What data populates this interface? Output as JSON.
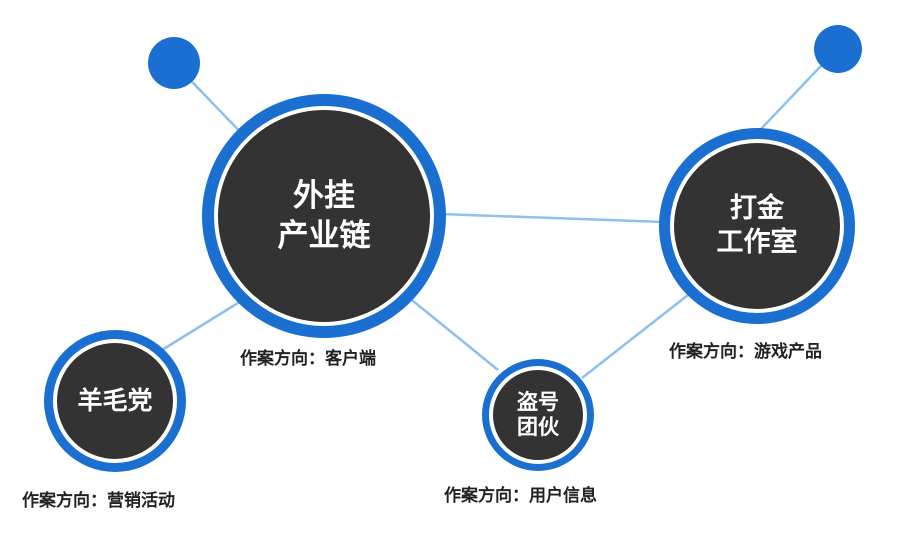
{
  "colors": {
    "ring": "#1a6fd1",
    "core": "#333333",
    "link": "#8cc0ef",
    "caption": "#222222"
  },
  "nodes": [
    {
      "id": "plugin-chain",
      "lines": [
        "外挂",
        "产业链"
      ],
      "caption": "作案方向：客户端"
    },
    {
      "id": "farming-studio",
      "lines": [
        "打金",
        "工作室"
      ],
      "caption": "作案方向：游戏产品"
    },
    {
      "id": "wool-party",
      "lines": [
        "羊毛党"
      ],
      "caption": "作案方向：营销活动"
    },
    {
      "id": "account-theft",
      "lines": [
        "盗号",
        "团伙"
      ],
      "caption": "作案方向：用户信息"
    }
  ]
}
